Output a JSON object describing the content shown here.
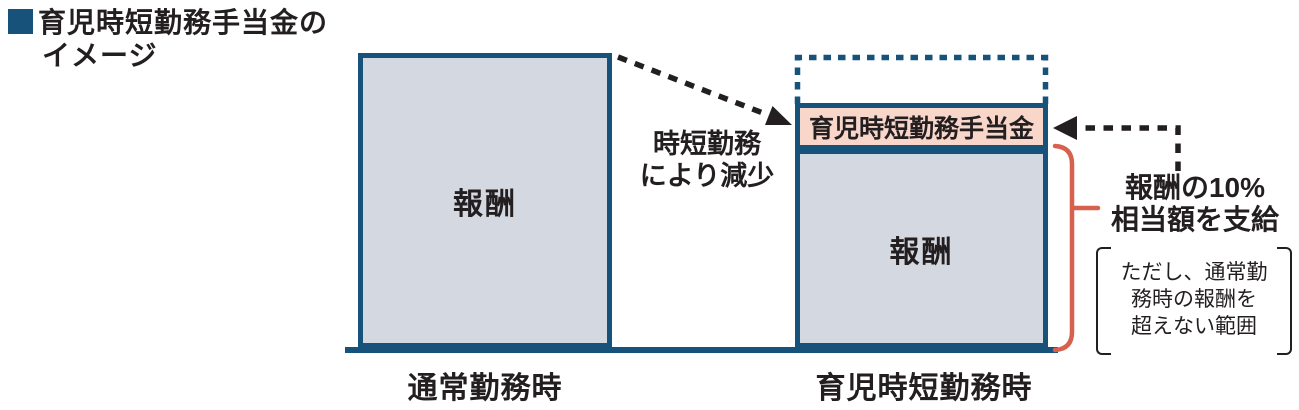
{
  "colors": {
    "accent_blue": "#17527b",
    "bar_fill": "#d4d8e1",
    "allowance_fill": "#f8d6ca",
    "brace_red": "#d8604e",
    "ink": "#231f20"
  },
  "title": {
    "line1": "育児時短勤務手当金の",
    "line2": "イメージ"
  },
  "diagram": {
    "normal_work": {
      "bar_label": "報酬",
      "caption": "通常勤務時"
    },
    "reduction_note": {
      "line1": "時短勤務",
      "line2": "により減少"
    },
    "shortened_work": {
      "allowance_label": "育児時短勤務手当金",
      "bar_label": "報酬",
      "caption": "育児時短勤務時"
    },
    "payment_note": {
      "line1": "報酬の10%",
      "line2": "相当額を支給"
    },
    "condition_note": {
      "line1": "ただし、通常勤",
      "line2": "務時の報酬を",
      "line3": "超えない範囲"
    }
  }
}
